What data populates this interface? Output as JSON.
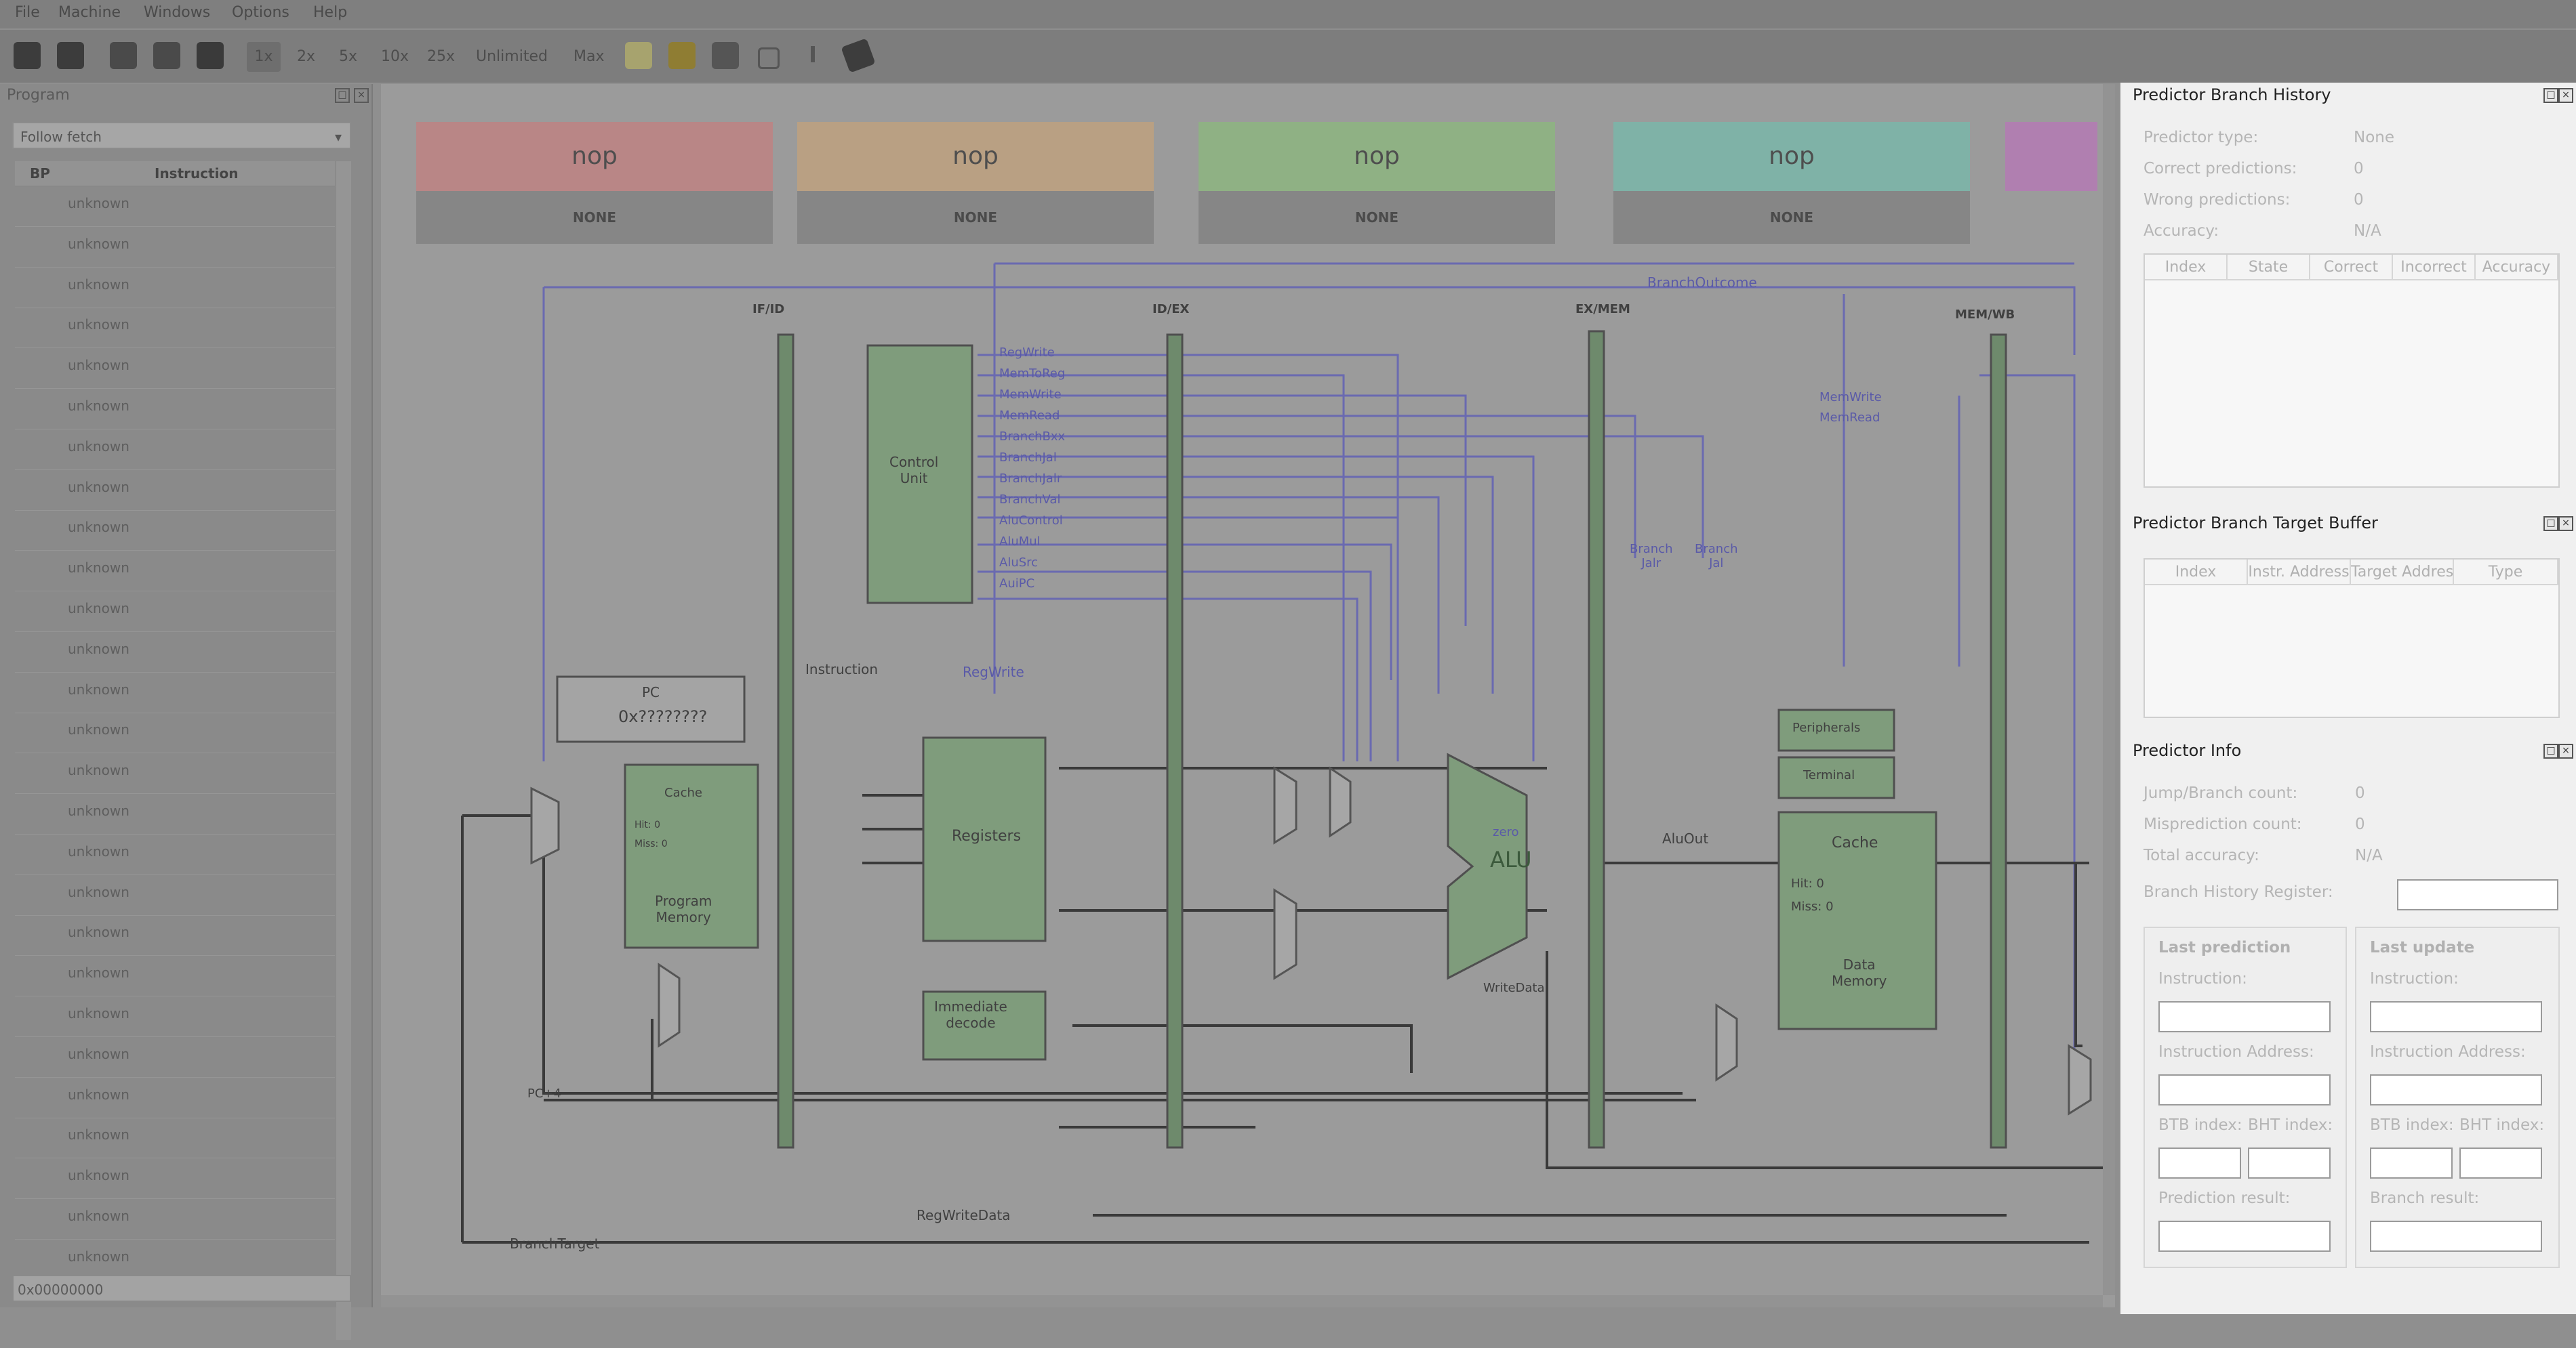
{
  "menu": [
    "File",
    "Machine",
    "Windows",
    "Options",
    "Help"
  ],
  "toolbar": {
    "speeds": [
      "1x",
      "2x",
      "5x",
      "10x",
      "25x",
      "Unlimited",
      "Max"
    ]
  },
  "program_dock": {
    "title": "Program",
    "follow_combo": "Follow fetch",
    "columns": [
      "BP",
      "Instruction"
    ],
    "rows": [
      "unknown",
      "unknown",
      "unknown",
      "unknown",
      "unknown",
      "unknown",
      "unknown",
      "unknown",
      "unknown",
      "unknown",
      "unknown",
      "unknown",
      "unknown",
      "unknown",
      "unknown",
      "unknown",
      "unknown",
      "unknown",
      "unknown",
      "unknown",
      "unknown",
      "unknown",
      "unknown",
      "unknown",
      "unknown",
      "unknown",
      "unknown"
    ],
    "address_field": "0x00000000"
  },
  "pipeline": {
    "stages": [
      {
        "instr": "nop",
        "status": "NONE",
        "color": "#b98686"
      },
      {
        "instr": "nop",
        "status": "NONE",
        "color": "#b9a083"
      },
      {
        "instr": "nop",
        "status": "NONE",
        "color": "#8fb184"
      },
      {
        "instr": "nop",
        "status": "NONE",
        "color": "#7fb2a7"
      }
    ],
    "last_stage_color": "#b07fb0",
    "registers": [
      "IF/ID",
      "ID/EX",
      "EX/MEM",
      "MEM/WB"
    ],
    "labels": {
      "control": "Control\nUnit",
      "registers": "Registers",
      "alu": "ALU",
      "pc": "PC",
      "pc_value": "0x????????",
      "instruction": "Instruction",
      "imm": "Immediate\ndecode",
      "cache": "Cache",
      "program_memory": "Program\nMemory",
      "data_memory": "Data\nMemory",
      "peripherals": "Peripherals",
      "terminal": "Terminal",
      "branch_outcome": "BranchOutcome",
      "branch_target": "BranchTarget",
      "reg_write_data": "RegWriteData",
      "reg_write": "RegWrite",
      "alu_out": "AluOut",
      "write_data": "WriteData",
      "pc4": "PC+4",
      "zero": "zero",
      "branch_jalr": "Branch\nJalr",
      "branch_jal": "Branch\nJal",
      "mem_write": "MemWrite",
      "mem_read": "MemRead",
      "hit_miss": [
        "Hit: 0",
        "Miss: 0"
      ]
    },
    "signals": [
      "RegWrite",
      "MemToReg",
      "MemWrite",
      "MemRead",
      "BranchBxx",
      "BranchJal",
      "BranchJalr",
      "BranchVal",
      "AluControl",
      "AluMul",
      "AluSrc",
      "AuiPC"
    ]
  },
  "branch_history": {
    "title": "Predictor Branch History",
    "predictor_type_label": "Predictor type:",
    "predictor_type": "None",
    "correct_label": "Correct predictions:",
    "correct": "0",
    "wrong_label": "Wrong predictions:",
    "wrong": "0",
    "accuracy_label": "Accuracy:",
    "accuracy": "N/A",
    "columns": [
      "Index",
      "State",
      "Correct",
      "Incorrect",
      "Accuracy"
    ]
  },
  "btb": {
    "title": "Predictor Branch Target Buffer",
    "columns": [
      "Index",
      "Instr. Address",
      "Target Address",
      "Type"
    ]
  },
  "predictor_info": {
    "title": "Predictor Info",
    "jump_count_label": "Jump/Branch count:",
    "jump_count": "0",
    "mispred_label": "Misprediction count:",
    "mispred": "0",
    "total_acc_label": "Total accuracy:",
    "total_acc": "N/A",
    "bhr_label": "Branch History Register:",
    "last_prediction": {
      "title": "Last prediction",
      "instruction": "Instruction:",
      "address": "Instruction Address:",
      "btb_index": "BTB index:",
      "bht_index": "BHT index:",
      "result": "Prediction result:"
    },
    "last_update": {
      "title": "Last update",
      "instruction": "Instruction:",
      "address": "Instruction Address:",
      "btb_index": "BTB index:",
      "bht_index": "BHT index:",
      "result": "Branch result:"
    }
  }
}
